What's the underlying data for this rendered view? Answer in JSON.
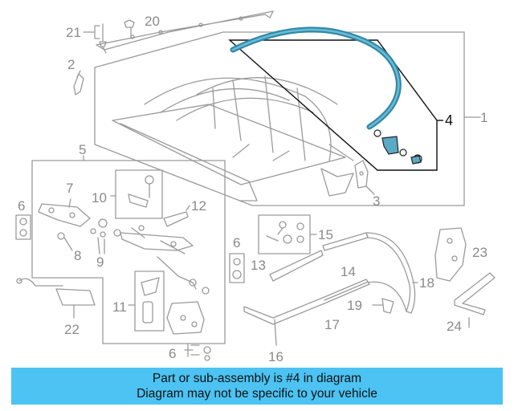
{
  "diagram": {
    "callouts": {
      "c1": "1",
      "c2": "2",
      "c3": "3",
      "c4": "4",
      "c5": "5",
      "c6a": "6",
      "c6b": "6",
      "c6c": "6",
      "c7": "7",
      "c8": "8",
      "c9": "9",
      "c10": "10",
      "c11": "11",
      "c12": "12",
      "c13": "13",
      "c14": "14",
      "c15": "15",
      "c16": "16",
      "c17": "17",
      "c18": "18",
      "c19": "19",
      "c20": "20",
      "c21": "21",
      "c22": "22",
      "c23": "23",
      "c24": "24"
    },
    "colors": {
      "highlight_part": "#2f8aa8",
      "line": "#999999",
      "highlight_line": "#111111",
      "banner": "#4cc3f2"
    }
  },
  "banner": {
    "line1": "Part or sub-assembly is #4 in diagram",
    "line2": "Diagram may not be specific to your vehicle"
  }
}
